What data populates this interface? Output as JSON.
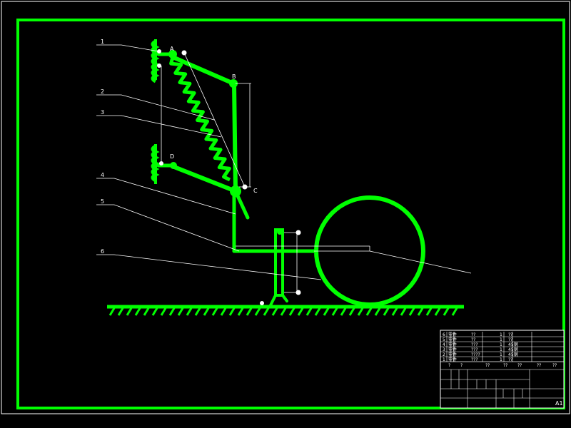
{
  "colors": {
    "background": "#000000",
    "frame": "#00ff00",
    "thin": "#ffffff",
    "part": "#00ff00"
  },
  "callouts": [
    {
      "id": "c1",
      "text": "1"
    },
    {
      "id": "c2",
      "text": "2"
    },
    {
      "id": "c3",
      "text": "3"
    },
    {
      "id": "c4",
      "text": "4"
    },
    {
      "id": "c5",
      "text": "5"
    },
    {
      "id": "c6",
      "text": "6"
    }
  ],
  "points": {
    "A": "A",
    "B": "B",
    "C": "C",
    "D": "D"
  },
  "title_block": {
    "rows": [
      [
        "6",
        "零件",
        "??",
        "1",
        "??"
      ],
      [
        "5",
        "零件",
        "??",
        "1",
        "??"
      ],
      [
        "4",
        "零件",
        "???",
        "1",
        "45钢"
      ],
      [
        "3",
        "零件",
        "???",
        "1",
        "45钢"
      ],
      [
        "2",
        "零件",
        "????",
        "1",
        "45钢"
      ],
      [
        "1",
        "零件",
        "???",
        "1",
        "??"
      ]
    ],
    "header": [
      "?",
      "?",
      "??",
      "??",
      "??",
      "??",
      "??"
    ],
    "sheet_size": "A1"
  }
}
